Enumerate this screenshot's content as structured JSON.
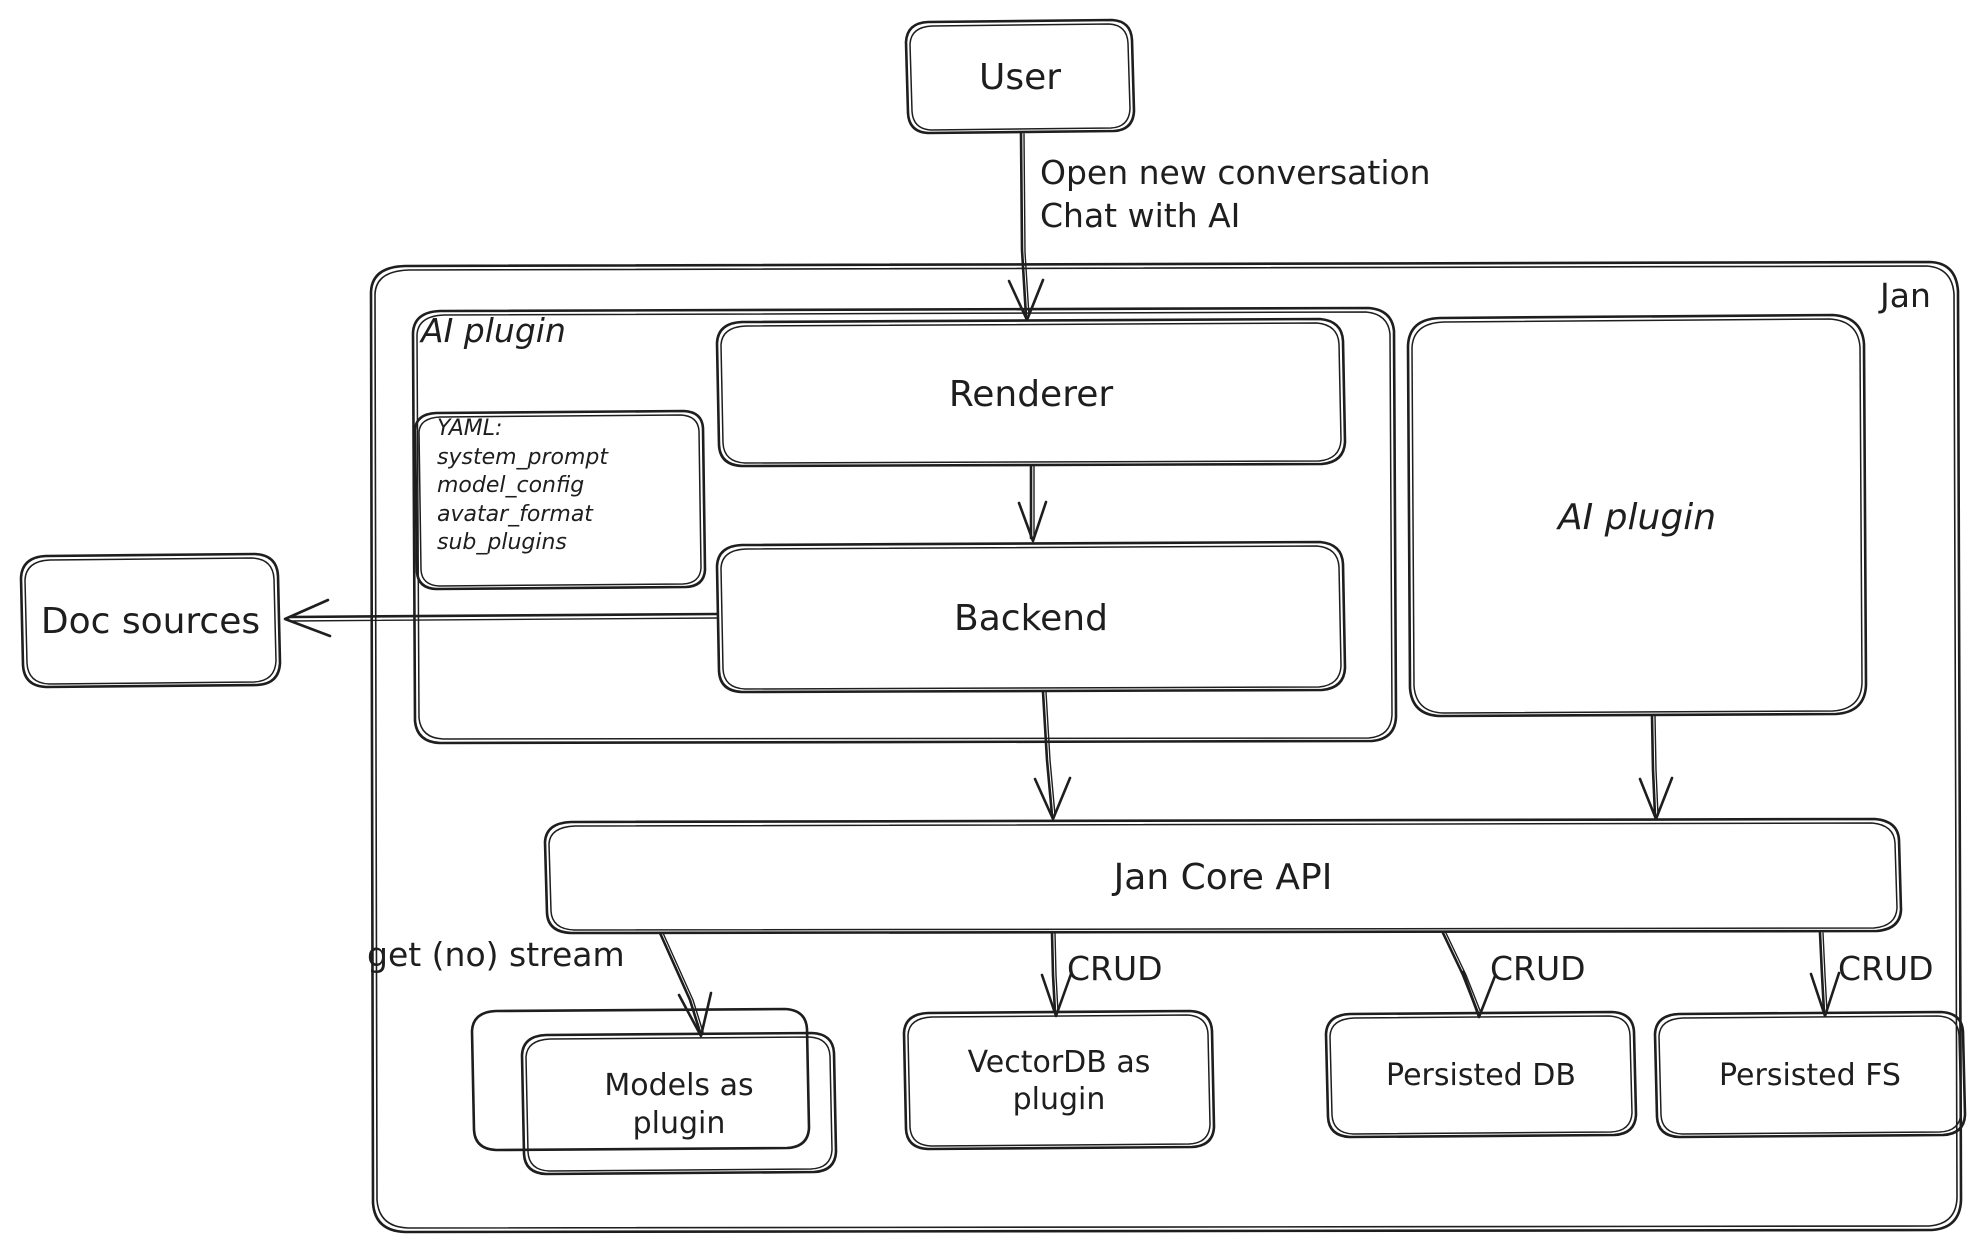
{
  "diagram": {
    "title_label": "Jan",
    "style": "hand-drawn",
    "stroke_color": "#1e1e1e",
    "background_color": "#ffffff",
    "nodes": {
      "user": {
        "label": "User"
      },
      "jan_container": {
        "label": "Jan"
      },
      "ai_plugin_group": {
        "label": "AI plugin"
      },
      "yaml_box": {
        "label": "YAML:\nsystem_prompt\nmodel_config\navatar_format\nsub_plugins"
      },
      "renderer": {
        "label": "Renderer"
      },
      "backend": {
        "label": "Backend"
      },
      "ai_plugin_right": {
        "label": "AI plugin"
      },
      "doc_sources": {
        "label": "Doc sources"
      },
      "jan_core_api": {
        "label": "Jan Core API"
      },
      "models_as_plugin": {
        "label": "Models as\nplugin"
      },
      "vectordb_as_plugin": {
        "label": "VectorDB as\nplugin"
      },
      "persisted_db": {
        "label": "Persisted DB"
      },
      "persisted_fs": {
        "label": "Persisted FS"
      }
    },
    "edges": [
      {
        "id": "user-to-renderer",
        "from": "user",
        "to": "renderer",
        "label": "Open new conversation\nChat with AI"
      },
      {
        "id": "renderer-to-backend",
        "from": "renderer",
        "to": "backend",
        "label": ""
      },
      {
        "id": "backend-to-doc-sources",
        "from": "backend",
        "to": "doc_sources",
        "label": ""
      },
      {
        "id": "backend-to-core-api",
        "from": "backend",
        "to": "jan_core_api",
        "label": ""
      },
      {
        "id": "ai-plugin-to-core-api",
        "from": "ai_plugin_right",
        "to": "jan_core_api",
        "label": ""
      },
      {
        "id": "core-api-to-models",
        "from": "jan_core_api",
        "to": "models_as_plugin",
        "label": "get (no) stream"
      },
      {
        "id": "core-api-to-vectordb",
        "from": "jan_core_api",
        "to": "vectordb_as_plugin",
        "label": "CRUD"
      },
      {
        "id": "core-api-to-persisted-db",
        "from": "jan_core_api",
        "to": "persisted_db",
        "label": "CRUD"
      },
      {
        "id": "core-api-to-persisted-fs",
        "from": "jan_core_api",
        "to": "persisted_fs",
        "label": "CRUD"
      }
    ]
  }
}
